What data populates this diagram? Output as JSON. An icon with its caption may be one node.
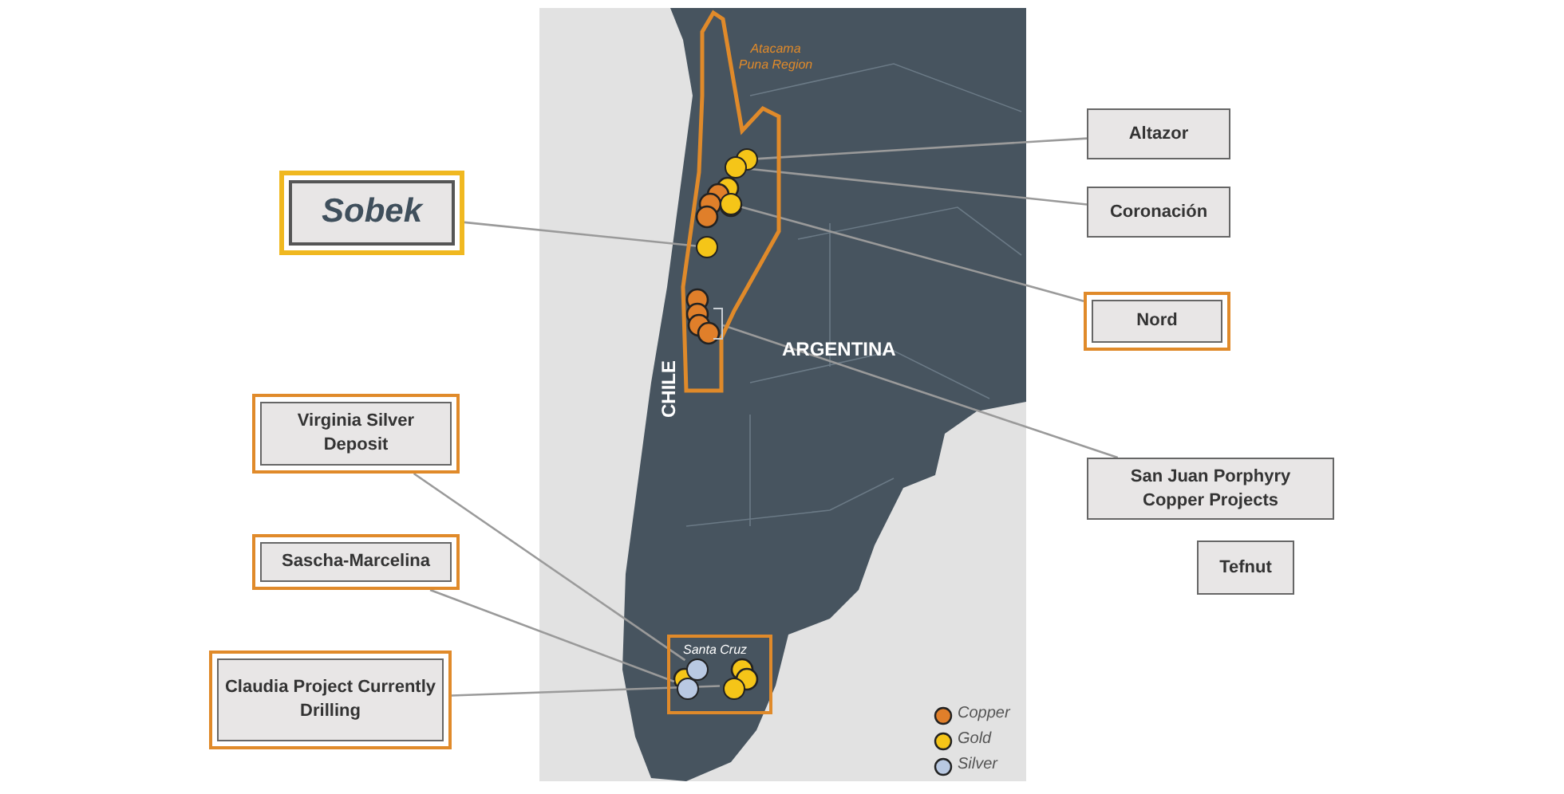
{
  "diagram": {
    "nodes": [
      {
        "text": [
          "Sobek"
        ]
      },
      {
        "text": [
          "Altazor"
        ]
      },
      {
        "text": [
          "Coronación"
        ]
      },
      {
        "text": [
          "Nord"
        ]
      },
      {
        "text": [
          "San Juan Porphyry Copper Projects"
        ]
      },
      {
        "text": [
          "Tefnut"
        ]
      },
      {
        "text": [
          "Virginia Silver Deposit"
        ]
      },
      {
        "text": [
          "Sascha-Marcelina"
        ]
      },
      {
        "text": [
          "Claudia Project Currently Drilling"
        ]
      },
      {
        "text": [
          "Atacama Puna Region"
        ]
      },
      {
        "text": [],
        "shape": "circle",
        "in": 9
      },
      {
        "text": [],
        "shape": "circle",
        "in": 9
      },
      {
        "text": [],
        "shape": "circle",
        "in": 9
      },
      {
        "text": [],
        "shape": "circle",
        "in": 9
      },
      {
        "text": [],
        "shape": "box",
        "in": 9
      },
      {
        "text": [
          "Santa Cruz"
        ]
      },
      {
        "text": [],
        "shape": "circle",
        "in": 15
      },
      {
        "text": [],
        "shape": "circle",
        "in": 15
      },
      {
        "text": [],
        "shape": "circle",
        "in": 15
      }
    ],
    "edges": [
      {
        "from": 0,
        "to": 13,
        "arrow": "none"
      },
      {
        "from": 1,
        "to": 10,
        "arrow": "none"
      },
      {
        "from": 2,
        "to": 11,
        "arrow": "none"
      },
      {
        "from": 3,
        "to": 12,
        "arrow": "none"
      },
      {
        "from": 4,
        "to": 14,
        "arrow": "none"
      },
      {
        "from": 6,
        "to": 16,
        "arrow": "none"
      },
      {
        "from": 7,
        "to": 17,
        "arrow": "none"
      },
      {
        "from": 8,
        "to": 18,
        "arrow": "none"
      }
    ],
    "labels": [
      "ARGENTINA",
      "CHILE"
    ],
    "legend": [
      {
        "text": "Copper",
        "color": "#e07f2a"
      },
      {
        "text": "Gold",
        "color": "#f5c518"
      },
      {
        "text": "Silver",
        "color": "#b9c9e2"
      }
    ]
  }
}
